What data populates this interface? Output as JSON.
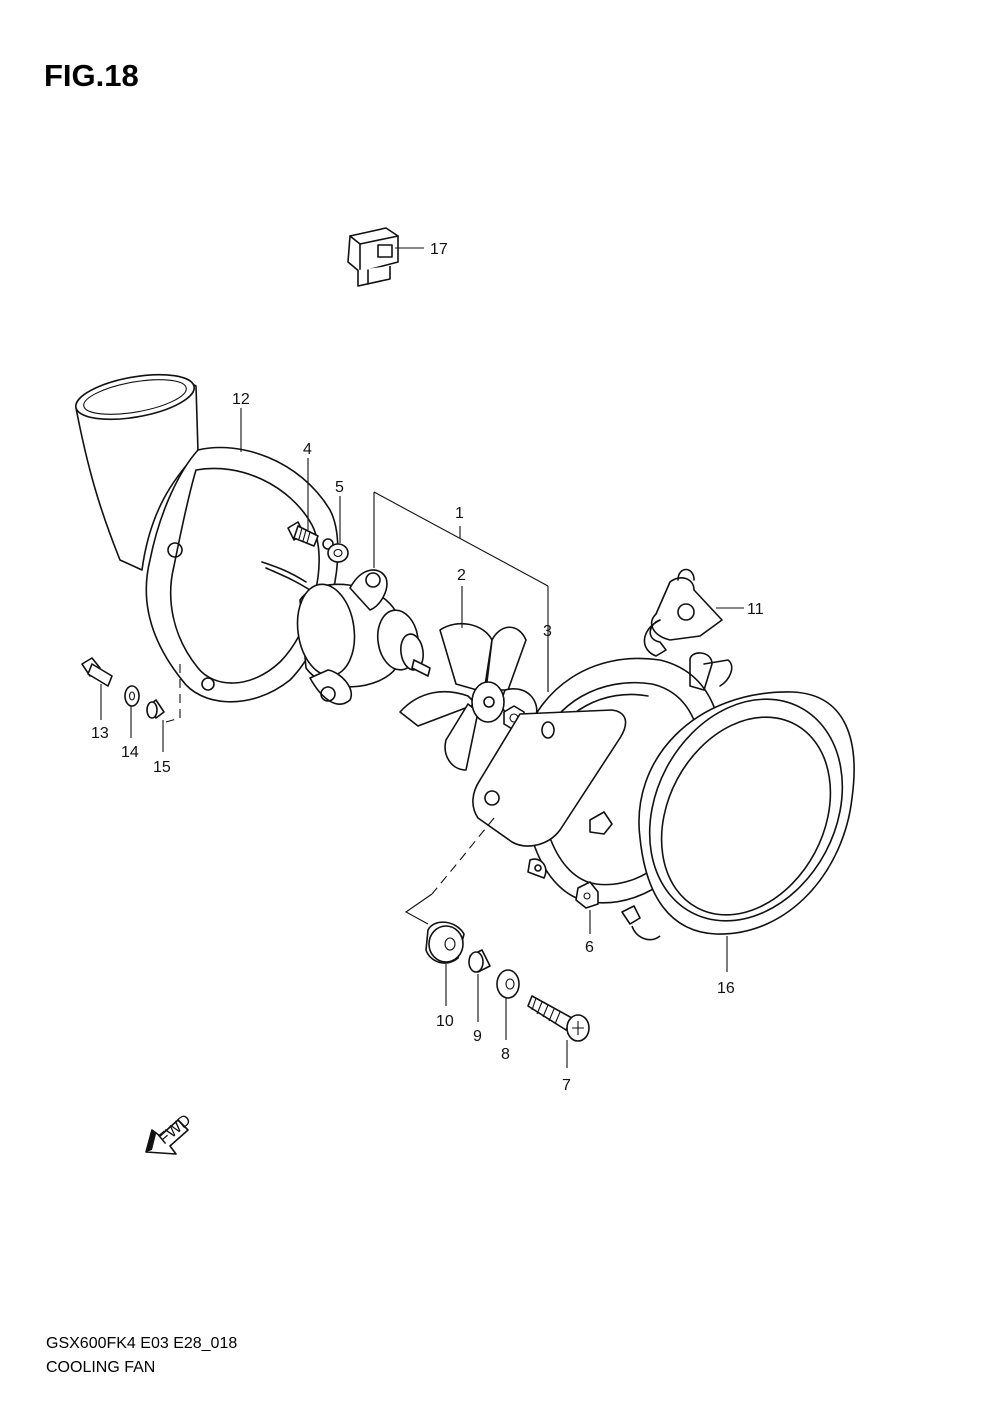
{
  "figure": {
    "title": "FIG.18"
  },
  "callouts": [
    {
      "id": "1",
      "label": "1"
    },
    {
      "id": "2",
      "label": "2"
    },
    {
      "id": "3",
      "label": "3"
    },
    {
      "id": "4",
      "label": "4"
    },
    {
      "id": "5",
      "label": "5"
    },
    {
      "id": "6",
      "label": "6"
    },
    {
      "id": "7",
      "label": "7"
    },
    {
      "id": "8",
      "label": "8"
    },
    {
      "id": "9",
      "label": "9"
    },
    {
      "id": "10",
      "label": "10"
    },
    {
      "id": "11",
      "label": "11"
    },
    {
      "id": "12",
      "label": "12"
    },
    {
      "id": "13",
      "label": "13"
    },
    {
      "id": "14",
      "label": "14"
    },
    {
      "id": "15",
      "label": "15"
    },
    {
      "id": "16",
      "label": "16"
    },
    {
      "id": "17",
      "label": "17"
    }
  ],
  "fwd_arrow": {
    "label": "FWD"
  },
  "footer": {
    "model_code": "GSX600FK4 E03 E28_018",
    "caption": "COOLING FAN"
  }
}
